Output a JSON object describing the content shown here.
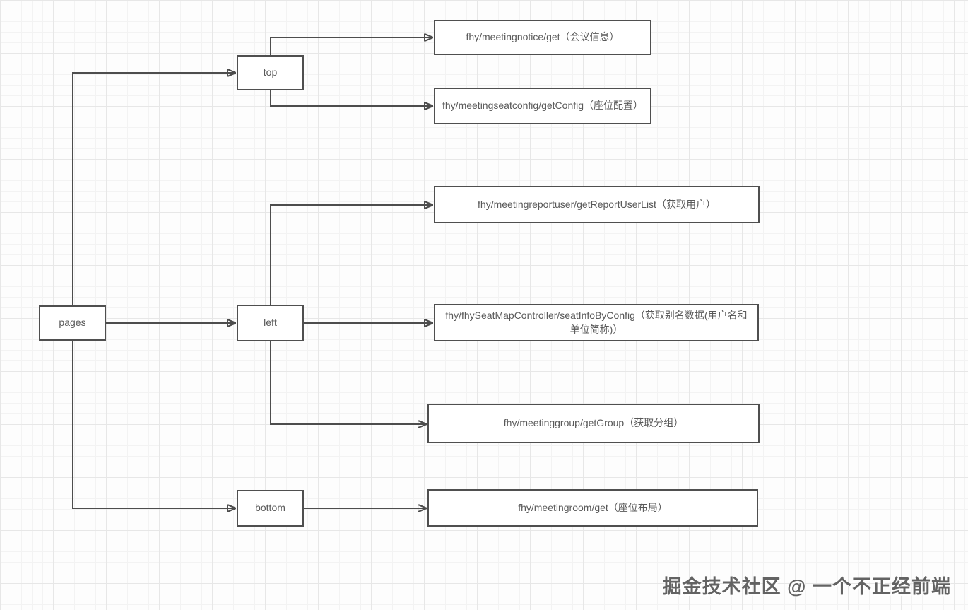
{
  "diagram": {
    "nodes": {
      "pages": {
        "label": "pages"
      },
      "top": {
        "label": "top"
      },
      "left": {
        "label": "left"
      },
      "bottom": {
        "label": "bottom"
      },
      "api_meetingnotice": {
        "label": "fhy/meetingnotice/get（会议信息）"
      },
      "api_meetingseatconfig": {
        "label": "fhy/meetingseatconfig/getConfig（座位配置）"
      },
      "api_reportuserlist": {
        "label": "fhy/meetingreportuser/getReportUserList（获取用户）"
      },
      "api_seatinfobyconfig": {
        "label": "fhy/fhySeatMapController/seatInfoByConfig（获取别名数据(用户名和单位简称)）"
      },
      "api_getgroup": {
        "label": "fhy/meetinggroup/getGroup（获取分组）"
      },
      "api_meetingroom": {
        "label": "fhy/meetingroom/get（座位布局）"
      }
    },
    "edges": [
      {
        "from": "pages",
        "to": "top"
      },
      {
        "from": "pages",
        "to": "left"
      },
      {
        "from": "pages",
        "to": "bottom"
      },
      {
        "from": "top",
        "to": "api_meetingnotice"
      },
      {
        "from": "top",
        "to": "api_meetingseatconfig"
      },
      {
        "from": "left",
        "to": "api_reportuserlist"
      },
      {
        "from": "left",
        "to": "api_seatinfobyconfig"
      },
      {
        "from": "left",
        "to": "api_getgroup"
      },
      {
        "from": "bottom",
        "to": "api_meetingroom"
      }
    ],
    "colors": {
      "node_border": "#4f4f4f",
      "node_fill": "#ffffff",
      "node_text": "#595959",
      "connector": "#4d4d4d",
      "grid_minor": "#f3f3f3",
      "grid_major": "#e7e7e7",
      "canvas": "#fdfdfd"
    }
  },
  "watermark": {
    "text": "掘金技术社区 @ 一个不正经前端"
  }
}
